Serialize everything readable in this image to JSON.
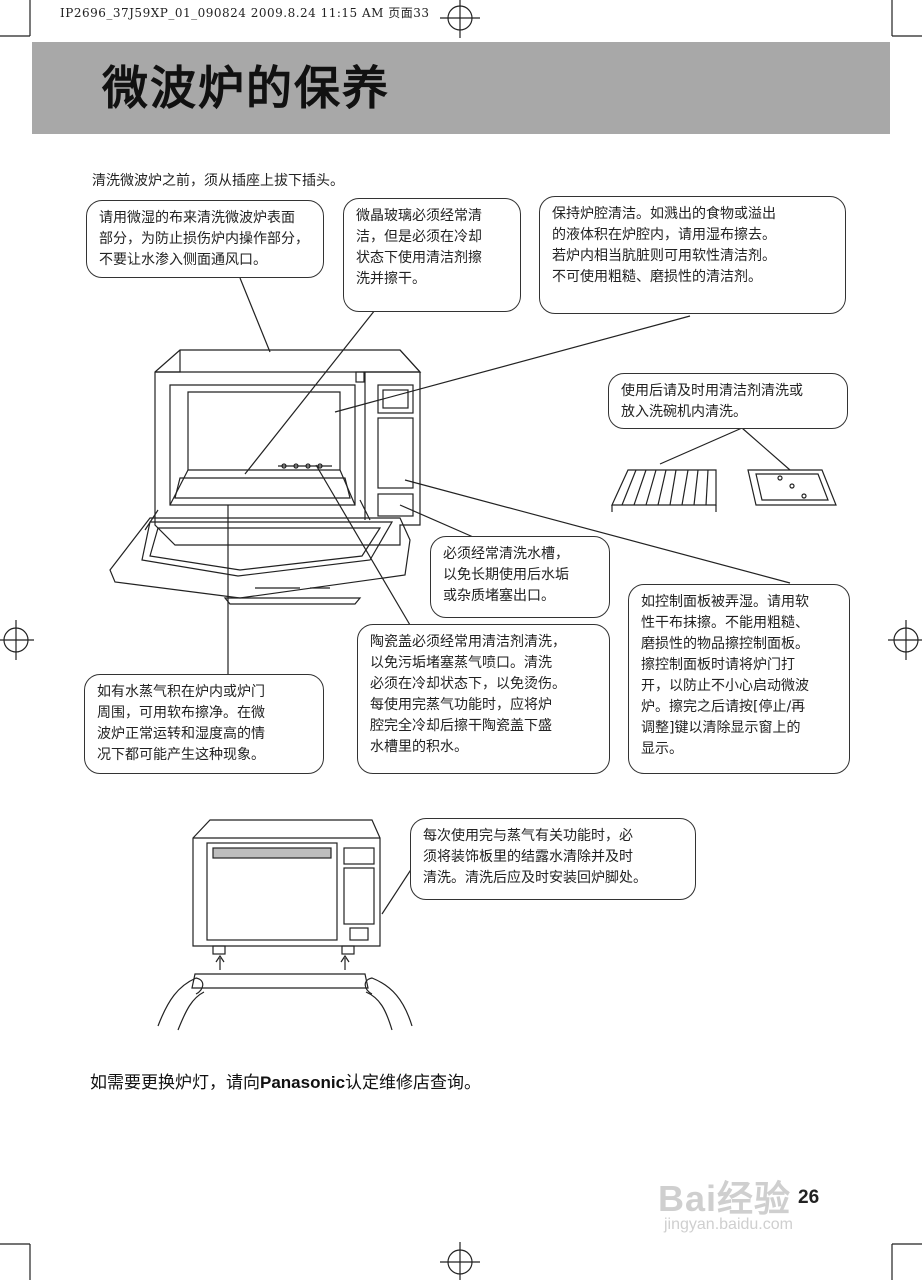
{
  "header_meta": "IP2696_37J59XP_01_090824  2009.8.24 11:15 AM  页面33",
  "title": "微波炉的保养",
  "intro": "清洗微波炉之前，须从插座上拔下插头。",
  "notes": {
    "exterior": [
      "请用微湿的布来清洗微波炉表面",
      "部分，为防止损伤炉内操作部分，",
      "不要让水渗入侧面通风口。"
    ],
    "glass": [
      "微晶玻璃必须经常清",
      "洁，但是必须在冷却",
      "状态下使用清洁剂擦",
      "洗并擦干。"
    ],
    "cavity": [
      "保持炉腔清洁。如溅出的食物或溢出",
      "的液体积在炉腔内，请用湿布擦去。",
      "若炉内相当肮脏则可用软性清洁剂。",
      "不可使用粗糙、磨损性的清洁剂。"
    ],
    "accessories": [
      "使用后请及时用清洁剂清洗或",
      "放入洗碗机内清洗。"
    ],
    "water_tank": [
      "必须经常清洗水槽，",
      "以免长期使用后水垢",
      "或杂质堵塞出口。"
    ],
    "control_panel": [
      "如控制面板被弄湿。请用软",
      "性干布抹擦。不能用粗糙、",
      "磨损性的物品擦控制面板。",
      "擦控制面板时请将炉门打",
      "开，以防止不小心启动微波",
      "炉。擦完之后请按[停止/再",
      "调整]键以清除显示窗上的",
      "显示。"
    ],
    "steam": [
      "如有水蒸气积在炉内或炉门",
      "周围，可用软布擦净。在微",
      "波炉正常运转和湿度高的情",
      "况下都可能产生这种现象。"
    ],
    "ceramic": [
      "陶瓷盖必须经常用清洁剂清洗，",
      "以免污垢堵塞蒸气喷口。清洗",
      "必须在冷却状态下，以免烫伤。",
      "每使用完蒸气功能时，应将炉",
      "腔完全冷却后擦干陶瓷盖下盛",
      "水槽里的积水。"
    ],
    "drip_tray": [
      "每次使用完与蒸气有关功能时，必",
      "须将装饰板里的结露水清除并及时",
      "清洗。清洗后应及时安装回炉脚处。"
    ]
  },
  "footer": {
    "prefix": "如需要更换炉灯，请向",
    "brand": "Panasonic",
    "suffix": "认定维修店查询。"
  },
  "page_number": "26",
  "watermark": {
    "logo": "Bai经验",
    "url": "jingyan.baidu.com"
  }
}
